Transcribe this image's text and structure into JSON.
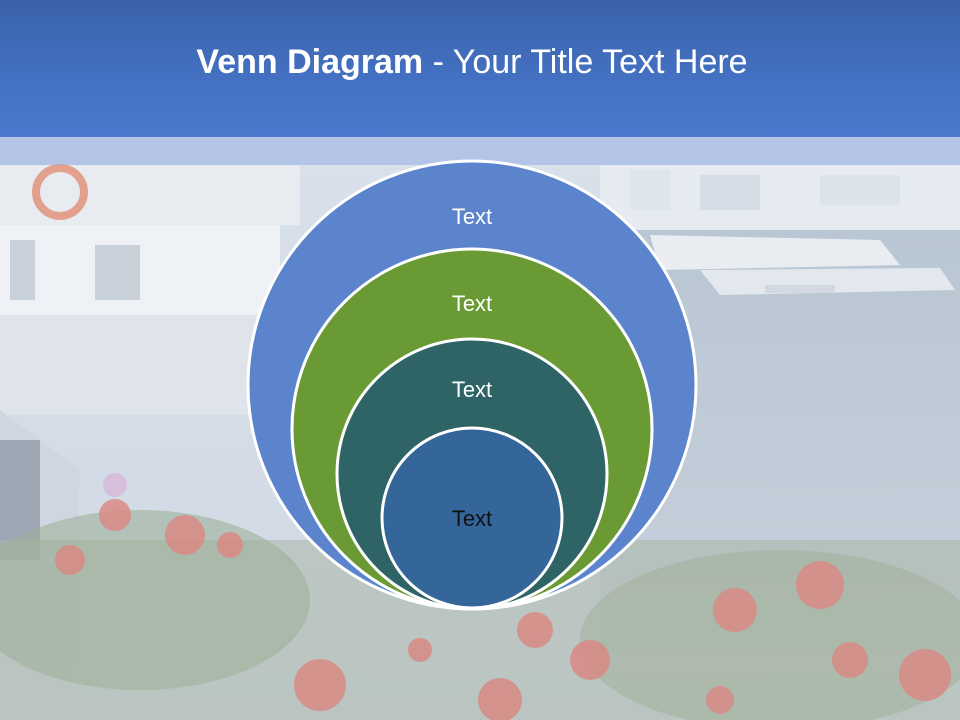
{
  "slide": {
    "title_bold": "Venn Diagram",
    "title_rest": " - Your Title Text Here"
  },
  "diagram": {
    "type": "nested-circles",
    "circles": [
      {
        "label": "Text",
        "color": "#5b84cc",
        "text_color": "#ffffff"
      },
      {
        "label": "Text",
        "color": "#6a9a33",
        "text_color": "#ffffff"
      },
      {
        "label": "Text",
        "color": "#2f6466",
        "text_color": "#ffffff"
      },
      {
        "label": "Text",
        "color": "#346699",
        "text_color": "#111111"
      }
    ]
  },
  "colors": {
    "header": "#4471c4",
    "outline": "#ffffff"
  }
}
